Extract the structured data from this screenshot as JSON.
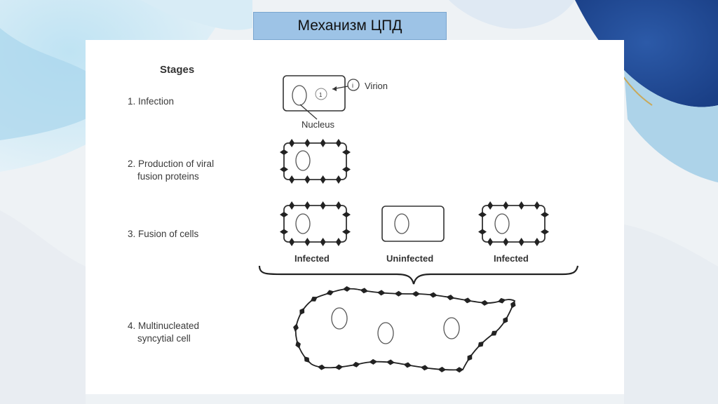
{
  "slide": {
    "title": "Механизм ЦПД"
  },
  "diagram": {
    "heading": "Stages",
    "stages": [
      {
        "line1": "1. Infection",
        "line2": ""
      },
      {
        "line1": "2. Production of viral",
        "line2": "fusion proteins"
      },
      {
        "line1": "3. Fusion of cells",
        "line2": ""
      },
      {
        "line1": "4. Multinucleated",
        "line2": "syncytial cell"
      }
    ],
    "labels": {
      "virion": "Virion",
      "nucleus": "Nucleus",
      "infected_left": "Infected",
      "uninfected": "Uninfected",
      "infected_right": "Infected"
    }
  },
  "colors": {
    "title_fill": "#9dc3e6",
    "panel": "#ffffff",
    "ink": "#222222"
  }
}
